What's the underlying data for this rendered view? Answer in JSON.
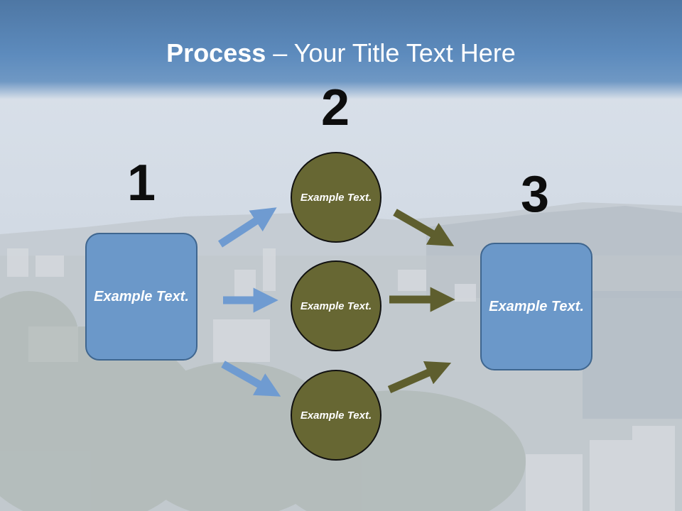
{
  "title": {
    "bold": "Process",
    "rest": " – Your Title Text Here"
  },
  "steps": [
    {
      "number": "1",
      "text": "Example Text."
    },
    {
      "number": "2",
      "items": [
        "Example Text.",
        "Example Text.",
        "Example Text."
      ]
    },
    {
      "number": "3",
      "text": "Example Text."
    }
  ],
  "colors": {
    "box_fill": "#6b98c9",
    "circle_fill": "#676733",
    "blue_arrow": "#6f9bd1",
    "olive_arrow": "#5e5e2e",
    "title_band": "#5a85b5"
  },
  "icons": {
    "arrow": "arrow-icon"
  }
}
